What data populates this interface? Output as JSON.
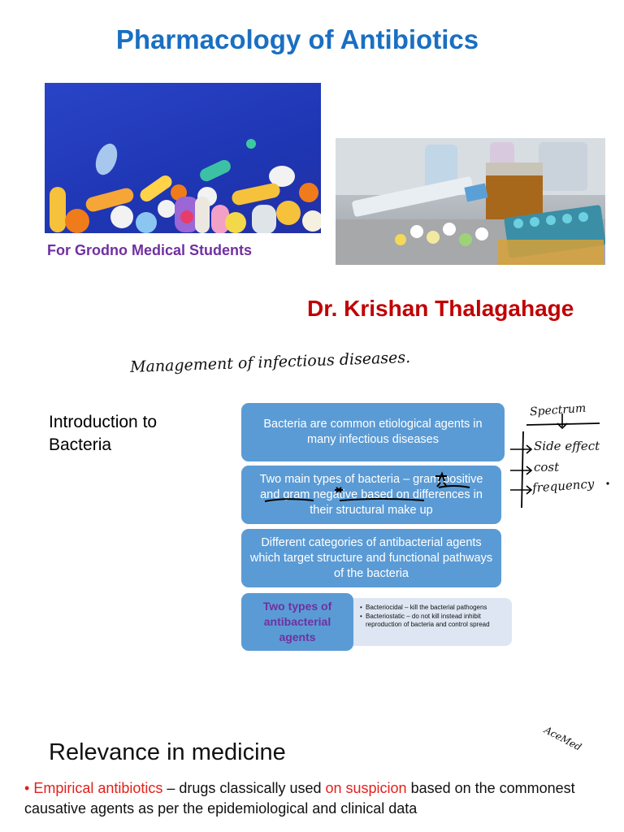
{
  "title": "Pharmacology of Antibiotics",
  "subtitle": "For Grodno Medical Students",
  "author": "Dr. Krishan Thalagahage",
  "handwritten": {
    "top_note": "Management of infectious diseases.",
    "spectrum": "Spectrum",
    "side_effect": "Side effect",
    "cost": "cost",
    "frequency": "frequency",
    "watermark": "AceMed"
  },
  "section_intro": "Introduction to Bacteria",
  "boxes": {
    "box1": "Bacteria are common etiological agents in many infectious diseases",
    "box2": {
      "part1": "Two main types of bacteria – ",
      "gram_positive": "gram positive",
      "and": " and ",
      "gram_negative": "gram negative",
      "part2": " based on differences in their structural make up"
    },
    "box3": "Different categories of antibacterial agents which target structure and functional pathways of the bacteria",
    "types_label": "Two types of antibacterial agents",
    "types_items": [
      "Bacteriocidal – kill the bacterial pathogens",
      "Bacteriostatic – do not kill instead inhibit reproduction of bacteria and control spread"
    ]
  },
  "relevance": {
    "heading": "Relevance in medicine",
    "bullet_term": "Empirical antibiotics",
    "bullet_mid": " – drugs classically used ",
    "bullet_highlight": "on suspicion",
    "bullet_rest": " based on the commonest causative agents as per the epidemiological and clinical data"
  },
  "colors": {
    "title": "#1a6fc2",
    "subtitle": "#7030a0",
    "author": "#c00000",
    "box": "#5b9bd5",
    "highlight_red": "#e3201b"
  }
}
